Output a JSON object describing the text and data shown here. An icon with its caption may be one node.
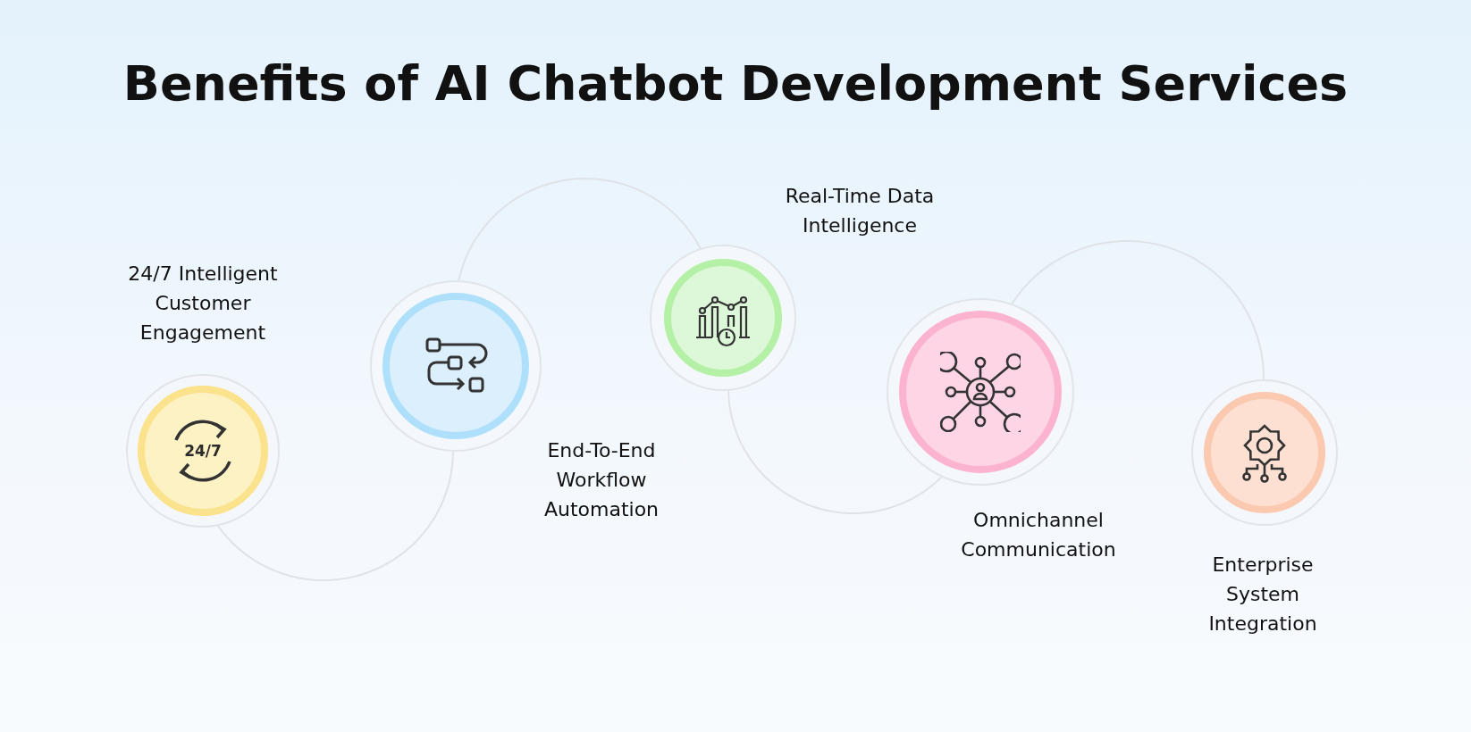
{
  "diagram": {
    "title": "Benefits of AI Chatbot Development Services",
    "nodes": [
      {
        "text": [
          "24/7"
        ],
        "beside": [
          "24/7 Intelligent Customer Engagement"
        ]
      },
      {
        "text": [],
        "shape": "circle",
        "beside": [
          "End-To-End Workflow Automation"
        ]
      },
      {
        "text": [],
        "shape": "circle",
        "beside": [
          "Real-Time Data Intelligence"
        ]
      },
      {
        "text": [],
        "shape": "circle",
        "beside": [
          "Omnichannel Communication"
        ]
      },
      {
        "text": [],
        "shape": "circle",
        "beside": [
          "Enterprise System Integration"
        ]
      }
    ],
    "edges": [
      {
        "from": 0,
        "to": 1,
        "arrow": "none"
      },
      {
        "from": 1,
        "to": 2,
        "arrow": "none"
      },
      {
        "from": 2,
        "to": 3,
        "arrow": "none"
      },
      {
        "from": 3,
        "to": 4,
        "arrow": "none"
      }
    ]
  }
}
